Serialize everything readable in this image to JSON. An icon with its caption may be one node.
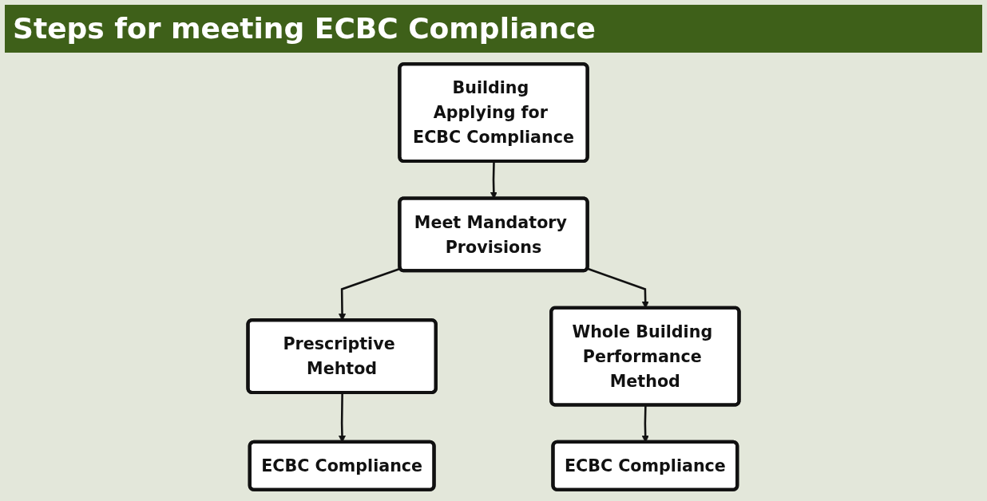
{
  "diagram": {
    "title": "Steps for meeting ECBC Compliance",
    "nodes": [
      {
        "text": [
          "Building Applying for ECBC Compliance"
        ]
      },
      {
        "text": [
          "Meet Mandatory Provisions"
        ]
      },
      {
        "text": [
          "Prescriptive Mehtod"
        ]
      },
      {
        "text": [
          "Whole Building Performance Method"
        ]
      },
      {
        "text": [
          "ECBC Compliance"
        ]
      },
      {
        "text": [
          "ECBC Compliance"
        ]
      }
    ],
    "edges": [
      {
        "from": 0,
        "to": 1,
        "arrow": "to"
      },
      {
        "from": 1,
        "to": 2,
        "arrow": "to"
      },
      {
        "from": 1,
        "to": 3,
        "arrow": "to"
      },
      {
        "from": 2,
        "to": 4,
        "arrow": "to"
      },
      {
        "from": 3,
        "to": 5,
        "arrow": "to"
      }
    ]
  }
}
